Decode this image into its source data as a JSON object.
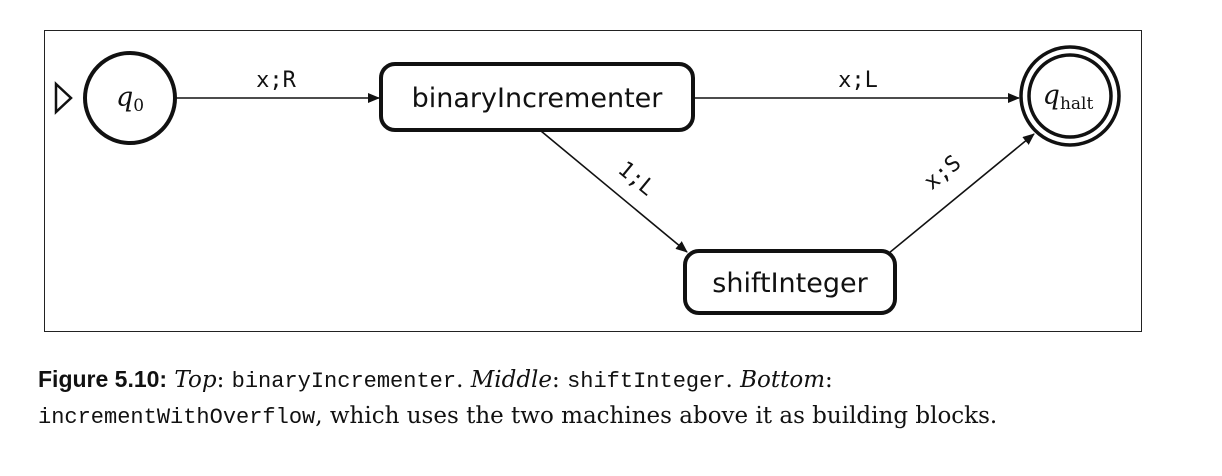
{
  "diagram": {
    "nodes": {
      "q0": {
        "label": "q",
        "subscript": "0"
      },
      "binary_incrementer": {
        "label": "binaryIncrementer"
      },
      "shift_integer": {
        "label": "shiftInteger"
      },
      "q_halt": {
        "label": "q",
        "subscript": "halt"
      }
    },
    "edges": {
      "q0_to_binary": "x;R",
      "binary_to_halt": "x;L",
      "binary_to_shift": "1;L",
      "shift_to_halt": "x;S"
    }
  },
  "caption": {
    "figure_label": "Figure 5.10:",
    "top_label": "Top",
    "top_machine": "binaryIncrementer",
    "middle_label": "Middle",
    "middle_machine": "shiftInteger",
    "bottom_label": "Bottom",
    "bottom_machine": "incrementWithOverflow",
    "bottom_description": ", which uses the two machines above it as building blocks."
  }
}
